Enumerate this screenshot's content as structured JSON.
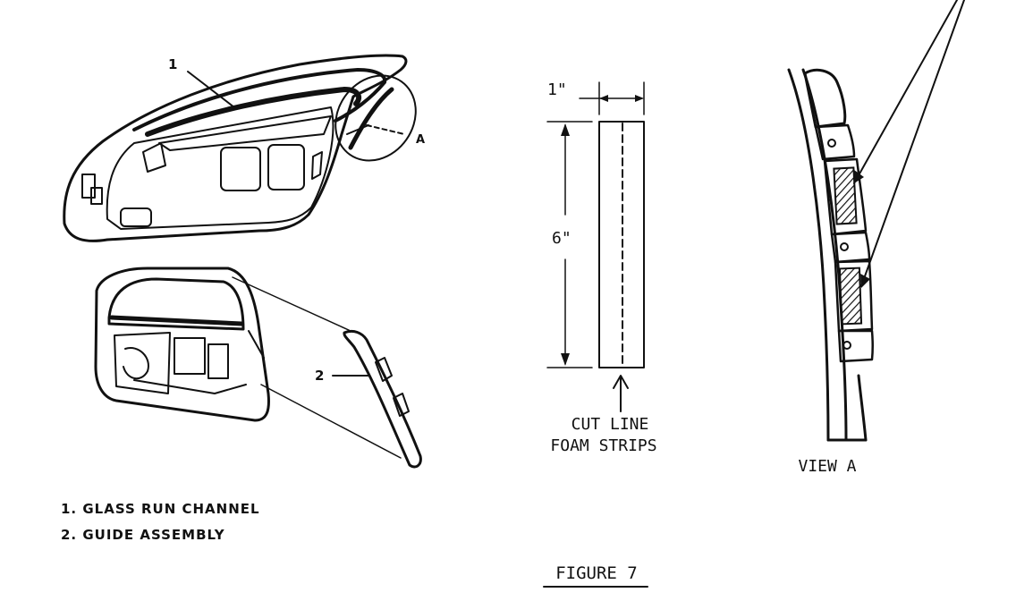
{
  "callouts": {
    "one": "1",
    "two": "2",
    "a": "A"
  },
  "dimensions": {
    "width": "1\"",
    "length": "6\""
  },
  "strip_label": {
    "line1": "CUT LINE",
    "line2": "FOAM STRIPS"
  },
  "view_label": "VIEW A",
  "legend": {
    "item1": "1. GLASS RUN CHANNEL",
    "item2": "2. GUIDE ASSEMBLY"
  },
  "figure_caption": "FIGURE 7"
}
